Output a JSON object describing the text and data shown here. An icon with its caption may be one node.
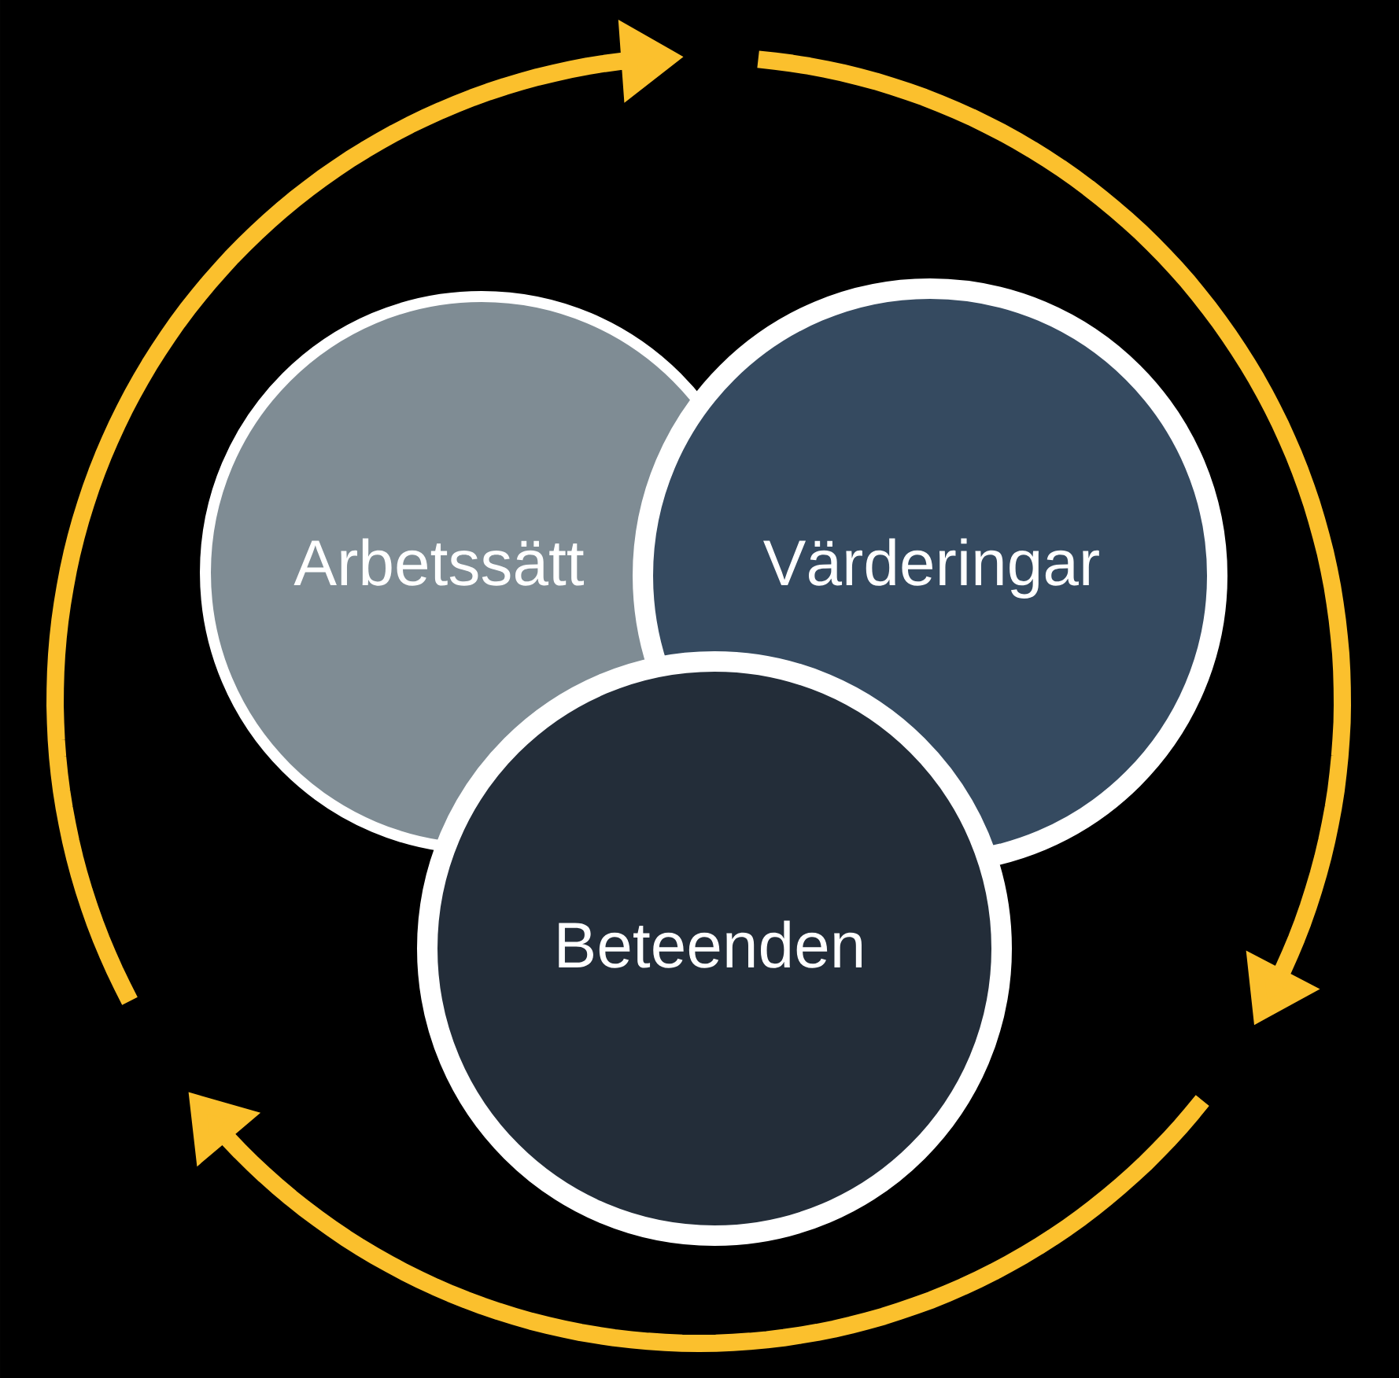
{
  "diagram": {
    "nodes": [
      {
        "text": [
          "Arbetssätt"
        ]
      },
      {
        "text": [
          "Värderingar"
        ]
      },
      {
        "text": [
          "Beteenden"
        ]
      }
    ]
  }
}
